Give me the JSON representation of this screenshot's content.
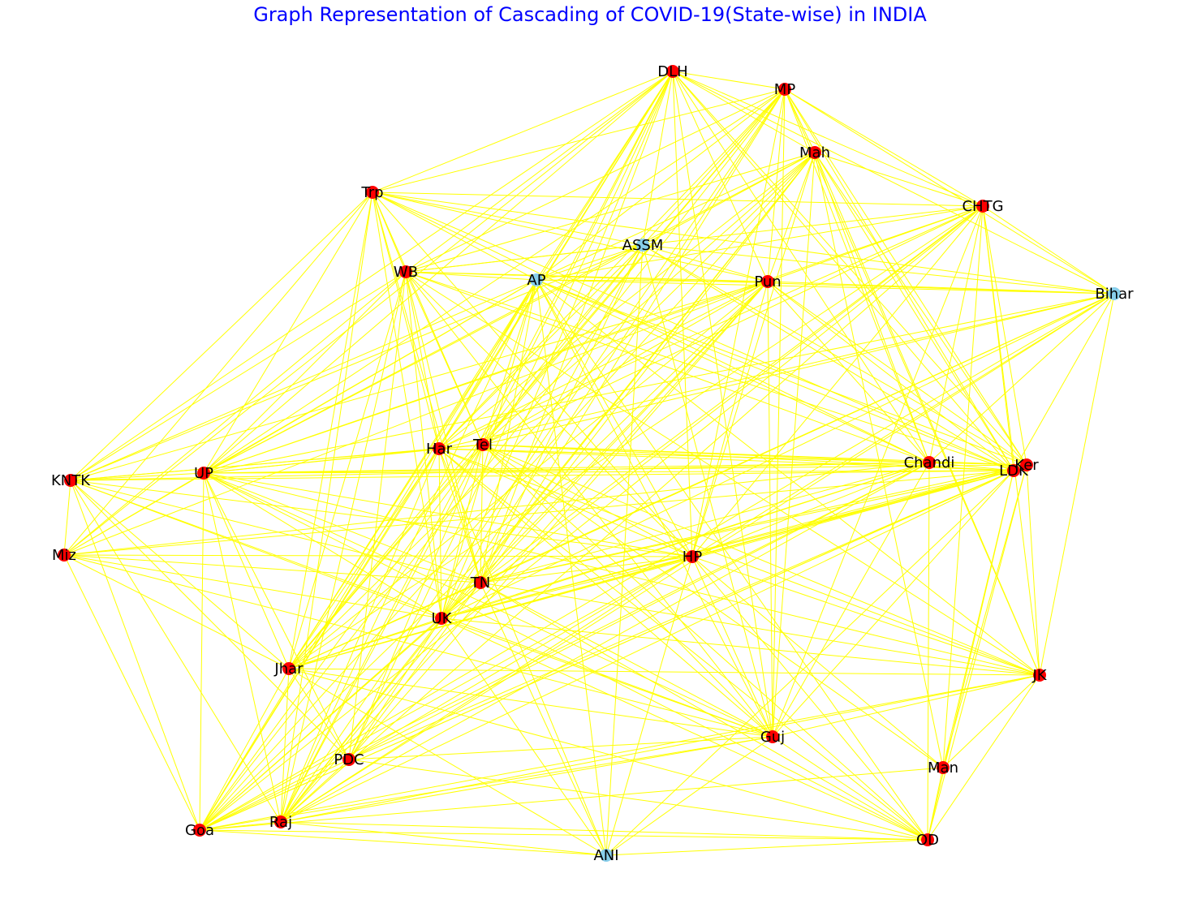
{
  "title": "Graph Representation of Cascading of COVID-19(State-wise) in INDIA",
  "colors": {
    "title": "#0000ff",
    "edge": "#ffff00",
    "node_red": "#ff0000",
    "node_blue": "#87ceeb",
    "label": "#000000"
  },
  "nodes": [
    {
      "id": "DLH",
      "label": "DLH",
      "color": "red"
    },
    {
      "id": "MP",
      "label": "MP",
      "color": "red"
    },
    {
      "id": "Mah",
      "label": "Mah",
      "color": "red"
    },
    {
      "id": "Trp",
      "label": "Trp",
      "color": "red"
    },
    {
      "id": "CHTG",
      "label": "CHTG",
      "color": "red"
    },
    {
      "id": "ASSM",
      "label": "ASSM",
      "color": "blue"
    },
    {
      "id": "WB",
      "label": "WB",
      "color": "red"
    },
    {
      "id": "AP",
      "label": "AP",
      "color": "blue"
    },
    {
      "id": "Pun",
      "label": "Pun",
      "color": "red"
    },
    {
      "id": "Bihar",
      "label": "Bihar",
      "color": "blue"
    },
    {
      "id": "Har",
      "label": "Har",
      "color": "red"
    },
    {
      "id": "Tel",
      "label": "Tel",
      "color": "red"
    },
    {
      "id": "Chandi",
      "label": "Chandi",
      "color": "red"
    },
    {
      "id": "LDK",
      "label": "LDK",
      "color": "red"
    },
    {
      "id": "Ker",
      "label": "Ker",
      "color": "red"
    },
    {
      "id": "KNTK",
      "label": "KNTK",
      "color": "red"
    },
    {
      "id": "UP",
      "label": "UP",
      "color": "red"
    },
    {
      "id": "Miz",
      "label": "Miz",
      "color": "red"
    },
    {
      "id": "HP",
      "label": "HP",
      "color": "red"
    },
    {
      "id": "TN",
      "label": "TN",
      "color": "red"
    },
    {
      "id": "UK",
      "label": "UK",
      "color": "red"
    },
    {
      "id": "Jhar",
      "label": "Jhar",
      "color": "red"
    },
    {
      "id": "JK",
      "label": "JK",
      "color": "red"
    },
    {
      "id": "Guj",
      "label": "Guj",
      "color": "red"
    },
    {
      "id": "PDC",
      "label": "PDC",
      "color": "red"
    },
    {
      "id": "Man",
      "label": "Man",
      "color": "red"
    },
    {
      "id": "Goa",
      "label": "Goa",
      "color": "red"
    },
    {
      "id": "Raj",
      "label": "Raj",
      "color": "red"
    },
    {
      "id": "ANI",
      "label": "ANI",
      "color": "blue"
    },
    {
      "id": "OD",
      "label": "OD",
      "color": "red"
    }
  ],
  "edges": [
    [
      "DLH",
      "MP"
    ],
    [
      "DLH",
      "Mah"
    ],
    [
      "DLH",
      "Trp"
    ],
    [
      "DLH",
      "CHTG"
    ],
    [
      "DLH",
      "WB"
    ],
    [
      "DLH",
      "AP"
    ],
    [
      "DLH",
      "Pun"
    ],
    [
      "DLH",
      "Har"
    ],
    [
      "DLH",
      "Tel"
    ],
    [
      "DLH",
      "Chandi"
    ],
    [
      "DLH",
      "LDK"
    ],
    [
      "DLH",
      "Ker"
    ],
    [
      "DLH",
      "KNTK"
    ],
    [
      "DLH",
      "UP"
    ],
    [
      "DLH",
      "HP"
    ],
    [
      "DLH",
      "TN"
    ],
    [
      "DLH",
      "UK"
    ],
    [
      "DLH",
      "Jhar"
    ],
    [
      "DLH",
      "Guj"
    ],
    [
      "DLH",
      "PDC"
    ],
    [
      "DLH",
      "Goa"
    ],
    [
      "DLH",
      "Raj"
    ],
    [
      "DLH",
      "Bihar"
    ],
    [
      "DLH",
      "ASSM"
    ],
    [
      "DLH",
      "Miz"
    ],
    [
      "MP",
      "Mah"
    ],
    [
      "MP",
      "Trp"
    ],
    [
      "MP",
      "CHTG"
    ],
    [
      "MP",
      "WB"
    ],
    [
      "MP",
      "AP"
    ],
    [
      "MP",
      "Pun"
    ],
    [
      "MP",
      "Har"
    ],
    [
      "MP",
      "Tel"
    ],
    [
      "MP",
      "Chandi"
    ],
    [
      "MP",
      "LDK"
    ],
    [
      "MP",
      "Ker"
    ],
    [
      "MP",
      "UP"
    ],
    [
      "MP",
      "HP"
    ],
    [
      "MP",
      "TN"
    ],
    [
      "MP",
      "UK"
    ],
    [
      "MP",
      "Jhar"
    ],
    [
      "MP",
      "Guj"
    ],
    [
      "MP",
      "Goa"
    ],
    [
      "MP",
      "Raj"
    ],
    [
      "MP",
      "ASSM"
    ],
    [
      "MP",
      "Bihar"
    ],
    [
      "MP",
      "JK"
    ],
    [
      "Mah",
      "CHTG"
    ],
    [
      "Mah",
      "WB"
    ],
    [
      "Mah",
      "AP"
    ],
    [
      "Mah",
      "Pun"
    ],
    [
      "Mah",
      "Har"
    ],
    [
      "Mah",
      "Tel"
    ],
    [
      "Mah",
      "Chandi"
    ],
    [
      "Mah",
      "LDK"
    ],
    [
      "Mah",
      "Ker"
    ],
    [
      "Mah",
      "UP"
    ],
    [
      "Mah",
      "HP"
    ],
    [
      "Mah",
      "TN"
    ],
    [
      "Mah",
      "UK"
    ],
    [
      "Mah",
      "Jhar"
    ],
    [
      "Mah",
      "Guj"
    ],
    [
      "Mah",
      "Goa"
    ],
    [
      "Mah",
      "Raj"
    ],
    [
      "Mah",
      "JK"
    ],
    [
      "Mah",
      "Man"
    ],
    [
      "Mah",
      "ASSM"
    ],
    [
      "Trp",
      "WB"
    ],
    [
      "Trp",
      "AP"
    ],
    [
      "Trp",
      "Pun"
    ],
    [
      "Trp",
      "Har"
    ],
    [
      "Trp",
      "Tel"
    ],
    [
      "Trp",
      "Chandi"
    ],
    [
      "Trp",
      "LDK"
    ],
    [
      "Trp",
      "KNTK"
    ],
    [
      "Trp",
      "UP"
    ],
    [
      "Trp",
      "HP"
    ],
    [
      "Trp",
      "TN"
    ],
    [
      "Trp",
      "UK"
    ],
    [
      "Trp",
      "Jhar"
    ],
    [
      "Trp",
      "CHTG"
    ],
    [
      "Trp",
      "Bihar"
    ],
    [
      "Trp",
      "ASSM"
    ],
    [
      "Trp",
      "Raj"
    ],
    [
      "Trp",
      "Miz"
    ],
    [
      "CHTG",
      "WB"
    ],
    [
      "CHTG",
      "AP"
    ],
    [
      "CHTG",
      "Pun"
    ],
    [
      "CHTG",
      "Har"
    ],
    [
      "CHTG",
      "Tel"
    ],
    [
      "CHTG",
      "Chandi"
    ],
    [
      "CHTG",
      "LDK"
    ],
    [
      "CHTG",
      "Ker"
    ],
    [
      "CHTG",
      "UP"
    ],
    [
      "CHTG",
      "HP"
    ],
    [
      "CHTG",
      "TN"
    ],
    [
      "CHTG",
      "UK"
    ],
    [
      "CHTG",
      "Jhar"
    ],
    [
      "CHTG",
      "Guj"
    ],
    [
      "CHTG",
      "JK"
    ],
    [
      "CHTG",
      "Bihar"
    ],
    [
      "CHTG",
      "Raj"
    ],
    [
      "CHTG",
      "Goa"
    ],
    [
      "CHTG",
      "Man"
    ],
    [
      "ASSM",
      "WB"
    ],
    [
      "ASSM",
      "AP"
    ],
    [
      "ASSM",
      "Pun"
    ],
    [
      "ASSM",
      "Har"
    ],
    [
      "ASSM",
      "Tel"
    ],
    [
      "ASSM",
      "LDK"
    ],
    [
      "ASSM",
      "KNTK"
    ],
    [
      "ASSM",
      "UP"
    ],
    [
      "ASSM",
      "TN"
    ],
    [
      "ASSM",
      "UK"
    ],
    [
      "ASSM",
      "Jhar"
    ],
    [
      "ASSM",
      "Guj"
    ],
    [
      "ASSM",
      "Bihar"
    ],
    [
      "ASSM",
      "Ker"
    ],
    [
      "ASSM",
      "ANI"
    ],
    [
      "WB",
      "AP"
    ],
    [
      "WB",
      "Pun"
    ],
    [
      "WB",
      "Har"
    ],
    [
      "WB",
      "Tel"
    ],
    [
      "WB",
      "Chandi"
    ],
    [
      "WB",
      "LDK"
    ],
    [
      "WB",
      "KNTK"
    ],
    [
      "WB",
      "UP"
    ],
    [
      "WB",
      "HP"
    ],
    [
      "WB",
      "TN"
    ],
    [
      "WB",
      "UK"
    ],
    [
      "WB",
      "Jhar"
    ],
    [
      "WB",
      "Guj"
    ],
    [
      "WB",
      "PDC"
    ],
    [
      "WB",
      "Bihar"
    ],
    [
      "WB",
      "JK"
    ],
    [
      "WB",
      "Miz"
    ],
    [
      "WB",
      "Raj"
    ],
    [
      "AP",
      "Pun"
    ],
    [
      "AP",
      "Har"
    ],
    [
      "AP",
      "Tel"
    ],
    [
      "AP",
      "Chandi"
    ],
    [
      "AP",
      "LDK"
    ],
    [
      "AP",
      "Ker"
    ],
    [
      "AP",
      "KNTK"
    ],
    [
      "AP",
      "UP"
    ],
    [
      "AP",
      "HP"
    ],
    [
      "AP",
      "TN"
    ],
    [
      "AP",
      "UK"
    ],
    [
      "AP",
      "Jhar"
    ],
    [
      "AP",
      "Guj"
    ],
    [
      "AP",
      "Goa"
    ],
    [
      "AP",
      "Raj"
    ],
    [
      "AP",
      "Bihar"
    ],
    [
      "AP",
      "JK"
    ],
    [
      "AP",
      "Miz"
    ],
    [
      "AP",
      "ANI"
    ],
    [
      "AP",
      "OD"
    ],
    [
      "Pun",
      "Har"
    ],
    [
      "Pun",
      "Tel"
    ],
    [
      "Pun",
      "Chandi"
    ],
    [
      "Pun",
      "LDK"
    ],
    [
      "Pun",
      "Ker"
    ],
    [
      "Pun",
      "KNTK"
    ],
    [
      "Pun",
      "UP"
    ],
    [
      "Pun",
      "HP"
    ],
    [
      "Pun",
      "TN"
    ],
    [
      "Pun",
      "UK"
    ],
    [
      "Pun",
      "Jhar"
    ],
    [
      "Pun",
      "Guj"
    ],
    [
      "Pun",
      "Bihar"
    ],
    [
      "Pun",
      "Goa"
    ],
    [
      "Pun",
      "Raj"
    ],
    [
      "Pun",
      "PDC"
    ],
    [
      "Pun",
      "Miz"
    ],
    [
      "Bihar",
      "Har"
    ],
    [
      "Bihar",
      "Tel"
    ],
    [
      "Bihar",
      "UP"
    ],
    [
      "Bihar",
      "HP"
    ],
    [
      "Bihar",
      "TN"
    ],
    [
      "Bihar",
      "UK"
    ],
    [
      "Bihar",
      "Jhar"
    ],
    [
      "Bihar",
      "LDK"
    ],
    [
      "Bihar",
      "Chandi"
    ],
    [
      "Bihar",
      "JK"
    ],
    [
      "Bihar",
      "Goa"
    ],
    [
      "Bihar",
      "Raj"
    ],
    [
      "Har",
      "Tel"
    ],
    [
      "Har",
      "Chandi"
    ],
    [
      "Har",
      "LDK"
    ],
    [
      "Har",
      "Ker"
    ],
    [
      "Har",
      "KNTK"
    ],
    [
      "Har",
      "UP"
    ],
    [
      "Har",
      "HP"
    ],
    [
      "Har",
      "TN"
    ],
    [
      "Har",
      "UK"
    ],
    [
      "Har",
      "Jhar"
    ],
    [
      "Har",
      "Guj"
    ],
    [
      "Har",
      "Goa"
    ],
    [
      "Har",
      "Raj"
    ],
    [
      "Har",
      "OD"
    ],
    [
      "Har",
      "JK"
    ],
    [
      "Har",
      "ANI"
    ],
    [
      "Tel",
      "Chandi"
    ],
    [
      "Tel",
      "LDK"
    ],
    [
      "Tel",
      "Ker"
    ],
    [
      "Tel",
      "KNTK"
    ],
    [
      "Tel",
      "UP"
    ],
    [
      "Tel",
      "HP"
    ],
    [
      "Tel",
      "TN"
    ],
    [
      "Tel",
      "UK"
    ],
    [
      "Tel",
      "Jhar"
    ],
    [
      "Tel",
      "Guj"
    ],
    [
      "Tel",
      "Goa"
    ],
    [
      "Tel",
      "Raj"
    ],
    [
      "Tel",
      "PDC"
    ],
    [
      "Tel",
      "JK"
    ],
    [
      "Tel",
      "Man"
    ],
    [
      "Tel",
      "OD"
    ],
    [
      "Chandi",
      "LDK"
    ],
    [
      "Chandi",
      "Ker"
    ],
    [
      "Chandi",
      "KNTK"
    ],
    [
      "Chandi",
      "UP"
    ],
    [
      "Chandi",
      "HP"
    ],
    [
      "Chandi",
      "TN"
    ],
    [
      "Chandi",
      "UK"
    ],
    [
      "Chandi",
      "Jhar"
    ],
    [
      "Chandi",
      "Guj"
    ],
    [
      "Chandi",
      "Goa"
    ],
    [
      "Chandi",
      "Raj"
    ],
    [
      "Chandi",
      "Miz"
    ],
    [
      "Chandi",
      "OD"
    ],
    [
      "Chandi",
      "PDC"
    ],
    [
      "LDK",
      "Ker"
    ],
    [
      "LDK",
      "KNTK"
    ],
    [
      "LDK",
      "UP"
    ],
    [
      "LDK",
      "HP"
    ],
    [
      "LDK",
      "TN"
    ],
    [
      "LDK",
      "UK"
    ],
    [
      "LDK",
      "Jhar"
    ],
    [
      "LDK",
      "Guj"
    ],
    [
      "LDK",
      "Goa"
    ],
    [
      "LDK",
      "Raj"
    ],
    [
      "LDK",
      "PDC"
    ],
    [
      "LDK",
      "Miz"
    ],
    [
      "LDK",
      "OD"
    ],
    [
      "LDK",
      "Man"
    ],
    [
      "LDK",
      "ANI"
    ],
    [
      "Ker",
      "UP"
    ],
    [
      "Ker",
      "HP"
    ],
    [
      "Ker",
      "TN"
    ],
    [
      "Ker",
      "UK"
    ],
    [
      "Ker",
      "Jhar"
    ],
    [
      "Ker",
      "JK"
    ],
    [
      "Ker",
      "Man"
    ],
    [
      "Ker",
      "OD"
    ],
    [
      "Ker",
      "Goa"
    ],
    [
      "KNTK",
      "UP"
    ],
    [
      "KNTK",
      "Miz"
    ],
    [
      "KNTK",
      "HP"
    ],
    [
      "KNTK",
      "TN"
    ],
    [
      "KNTK",
      "UK"
    ],
    [
      "KNTK",
      "Jhar"
    ],
    [
      "KNTK",
      "Goa"
    ],
    [
      "KNTK",
      "Guj"
    ],
    [
      "KNTK",
      "PDC"
    ],
    [
      "KNTK",
      "Raj"
    ],
    [
      "UP",
      "Miz"
    ],
    [
      "UP",
      "HP"
    ],
    [
      "UP",
      "TN"
    ],
    [
      "UP",
      "UK"
    ],
    [
      "UP",
      "Jhar"
    ],
    [
      "UP",
      "Guj"
    ],
    [
      "UP",
      "PDC"
    ],
    [
      "UP",
      "Goa"
    ],
    [
      "UP",
      "Raj"
    ],
    [
      "UP",
      "JK"
    ],
    [
      "UP",
      "OD"
    ],
    [
      "Miz",
      "UK"
    ],
    [
      "Miz",
      "Jhar"
    ],
    [
      "Miz",
      "TN"
    ],
    [
      "Miz",
      "Goa"
    ],
    [
      "Miz",
      "Guj"
    ],
    [
      "Miz",
      "HP"
    ],
    [
      "HP",
      "TN"
    ],
    [
      "HP",
      "UK"
    ],
    [
      "HP",
      "Jhar"
    ],
    [
      "HP",
      "Guj"
    ],
    [
      "HP",
      "Goa"
    ],
    [
      "HP",
      "Raj"
    ],
    [
      "HP",
      "PDC"
    ],
    [
      "HP",
      "JK"
    ],
    [
      "HP",
      "OD"
    ],
    [
      "HP",
      "ANI"
    ],
    [
      "HP",
      "Man"
    ],
    [
      "TN",
      "UK"
    ],
    [
      "TN",
      "Jhar"
    ],
    [
      "TN",
      "Guj"
    ],
    [
      "TN",
      "Goa"
    ],
    [
      "TN",
      "Raj"
    ],
    [
      "TN",
      "PDC"
    ],
    [
      "TN",
      "JK"
    ],
    [
      "TN",
      "OD"
    ],
    [
      "TN",
      "ANI"
    ],
    [
      "UK",
      "Jhar"
    ],
    [
      "UK",
      "Guj"
    ],
    [
      "UK",
      "Goa"
    ],
    [
      "UK",
      "Raj"
    ],
    [
      "UK",
      "PDC"
    ],
    [
      "UK",
      "JK"
    ],
    [
      "UK",
      "OD"
    ],
    [
      "UK",
      "ANI"
    ],
    [
      "Jhar",
      "Guj"
    ],
    [
      "Jhar",
      "Goa"
    ],
    [
      "Jhar",
      "Raj"
    ],
    [
      "Jhar",
      "PDC"
    ],
    [
      "Jhar",
      "JK"
    ],
    [
      "Jhar",
      "OD"
    ],
    [
      "Jhar",
      "ANI"
    ],
    [
      "JK",
      "Guj"
    ],
    [
      "JK",
      "OD"
    ],
    [
      "JK",
      "Goa"
    ],
    [
      "JK",
      "Raj"
    ],
    [
      "JK",
      "Man"
    ],
    [
      "Guj",
      "Goa"
    ],
    [
      "Guj",
      "Raj"
    ],
    [
      "Guj",
      "PDC"
    ],
    [
      "Guj",
      "OD"
    ],
    [
      "Guj",
      "ANI"
    ],
    [
      "PDC",
      "Raj"
    ],
    [
      "PDC",
      "OD"
    ],
    [
      "PDC",
      "Goa"
    ],
    [
      "Man",
      "OD"
    ],
    [
      "Man",
      "Goa"
    ],
    [
      "Goa",
      "Raj"
    ],
    [
      "Goa",
      "ANI"
    ],
    [
      "Goa",
      "OD"
    ],
    [
      "Raj",
      "ANI"
    ],
    [
      "Raj",
      "OD"
    ],
    [
      "ANI",
      "OD"
    ]
  ]
}
